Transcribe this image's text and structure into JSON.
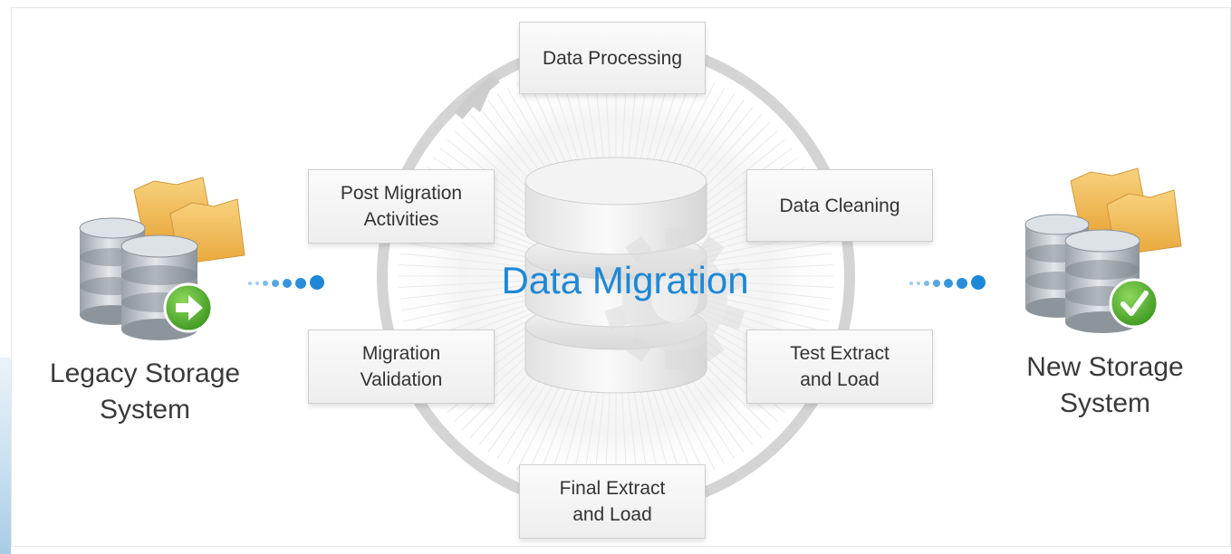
{
  "diagram": {
    "center_title": "Data Migration",
    "source_label": "Legacy Storage\nSystem",
    "target_label": "New Storage\nSystem",
    "steps": {
      "data_processing": "Data Processing",
      "data_cleaning": "Data Cleaning",
      "test_extract_load": "Test Extract\nand Load",
      "final_extract_load": "Final Extract\nand Load",
      "migration_validation": "Migration\nValidation",
      "post_migration": "Post Migration\nActivities"
    }
  },
  "colors": {
    "accent_blue": "#1e88d6",
    "ring_gray": "#d2d2d2",
    "folder_orange": "#f2b650",
    "disk_gray": "#c9ced3",
    "badge_green": "#4caf2f"
  },
  "icons": {
    "source": [
      "database-stack-icon",
      "folder-icon",
      "arrow-right-badge-icon"
    ],
    "target": [
      "database-stack-icon",
      "folder-icon",
      "checkmark-badge-icon"
    ],
    "center": [
      "database-icon",
      "gear-icon"
    ]
  }
}
